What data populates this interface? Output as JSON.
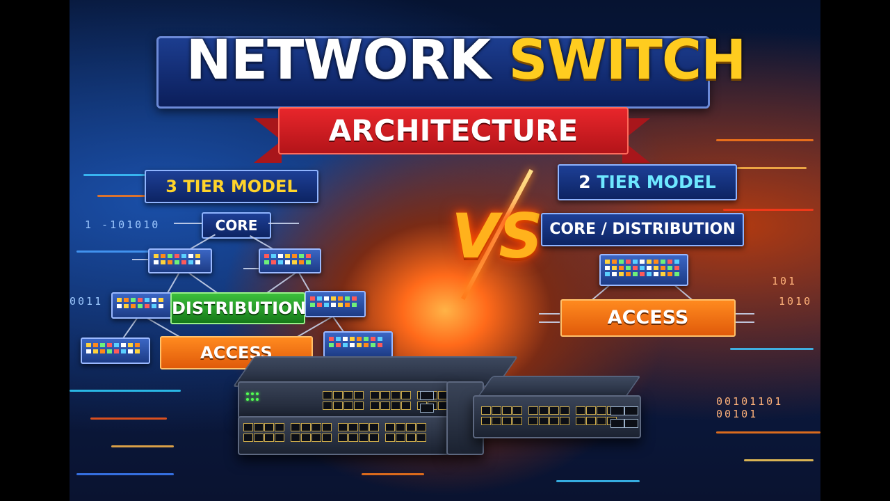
{
  "title": {
    "word1": "NETWORK",
    "word2": "SWITCH",
    "subtitle": "ARCHITECTURE"
  },
  "vs_label": "VS",
  "left_model": {
    "tier_number": "3",
    "tier_label": "TIER MODEL",
    "layers": {
      "core": "CORE",
      "distribution": "DISTRIBUTION",
      "access": "ACCESS"
    }
  },
  "right_model": {
    "tier_number": "2",
    "tier_label": "TIER MODEL",
    "layers": {
      "core_distribution": "CORE / DISTRIBUTION",
      "access": "ACCESS"
    }
  },
  "binary_text": {
    "left_top": "1 -101010",
    "left_bottom": "0011",
    "right_top": "101",
    "right_mid": "1010",
    "right_bottom": "00101101  00101"
  },
  "colors": {
    "title_white": "#ffffff",
    "title_yellow": "#ffcc1f",
    "ribbon_red": "#d81e23",
    "distribution_green": "#2aa12c",
    "access_orange": "#f07012",
    "tier_cyan": "#6ee8ff",
    "tier_yellow": "#ffd42a"
  }
}
